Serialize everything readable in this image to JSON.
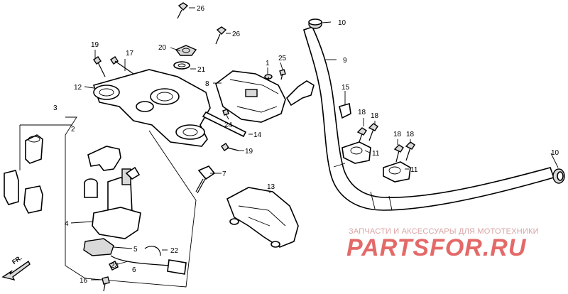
{
  "labels": {
    "p1": "1",
    "p2": "2",
    "p3": "3",
    "p4": "4",
    "p5": "5",
    "p6": "6",
    "p7": "7",
    "p8": "8",
    "p9": "9",
    "p10a": "10",
    "p10b": "10",
    "p11a": "11",
    "p11b": "11",
    "p12": "12",
    "p13": "13",
    "p14": "14",
    "p15": "15",
    "p16": "16",
    "p17": "17",
    "p18a": "18",
    "p18b": "18",
    "p18c": "18",
    "p18d": "18",
    "p19a": "19",
    "p19b": "19",
    "p20": "20",
    "p21": "21",
    "p22": "22",
    "p23": "23",
    "p24": "24",
    "p25": "25",
    "p26a": "26",
    "p26b": "26"
  },
  "direction_label": "FR.",
  "watermark": {
    "line1": "ЗАПЧАСТИ И АКСЕССУАРЫ ДЛЯ МОТОТЕХНИКИ",
    "line2": "PARTSFOR.RU"
  }
}
